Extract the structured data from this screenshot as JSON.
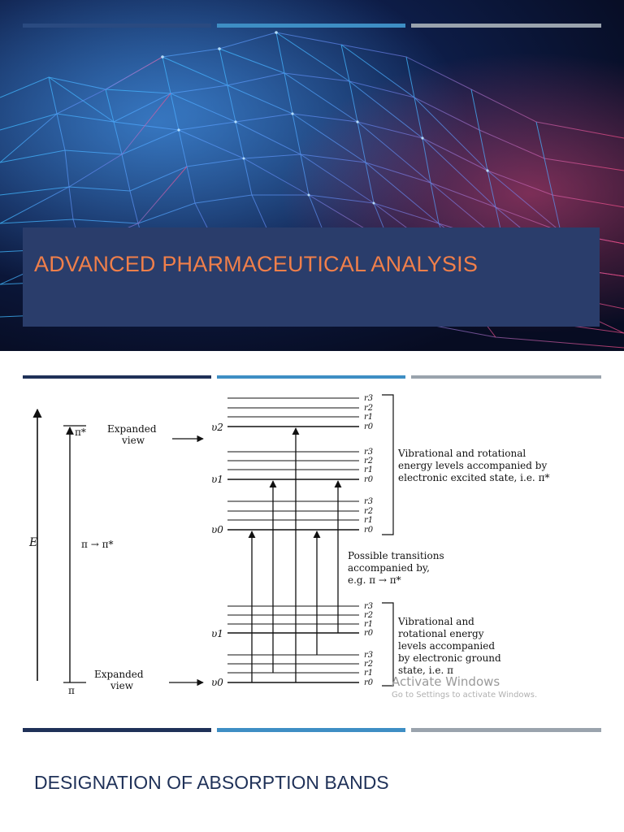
{
  "slide1": {
    "title": "ADVANCED PHARMACEUTICAL ANALYSIS",
    "colors": {
      "bar_dark": "#2a4a80",
      "bar_mid": "#3e8ec4",
      "bar_gray": "#9aa3ad",
      "title_color": "#f07f4a",
      "title_box": "#2a3d6b"
    }
  },
  "slide2": {
    "heading": "DESIGNATION OF ABSORPTION BANDS",
    "diagram": {
      "axis_label": "E",
      "pi_star": "π*",
      "pi": "π",
      "transition_mid": "π → π*",
      "expanded_top": [
        "Expanded",
        "view"
      ],
      "expanded_bottom": [
        "Expanded",
        "view"
      ],
      "v2": "υ2",
      "v1_upper": "υ1",
      "v0_upper": "υ0",
      "v1_lower": "υ1",
      "v0_lower": "υ0",
      "r3": "r3",
      "r2": "r2",
      "r1": "r1",
      "r0": "r0",
      "excited_text": [
        "Vibrational and rotational",
        "energy levels accompanied by",
        "electronic excited state, i.e. π*"
      ],
      "transition_text": [
        "Possible transitions",
        "accompanied by,",
        "e.g. π → π*"
      ],
      "ground_text": [
        "Vibrational and",
        "rotational energy",
        "levels accompanied",
        "by electronic ground",
        "state, i.e. π"
      ]
    },
    "watermark": {
      "line1": "Activate Windows",
      "line2": "Go to Settings to activate Windows."
    }
  }
}
